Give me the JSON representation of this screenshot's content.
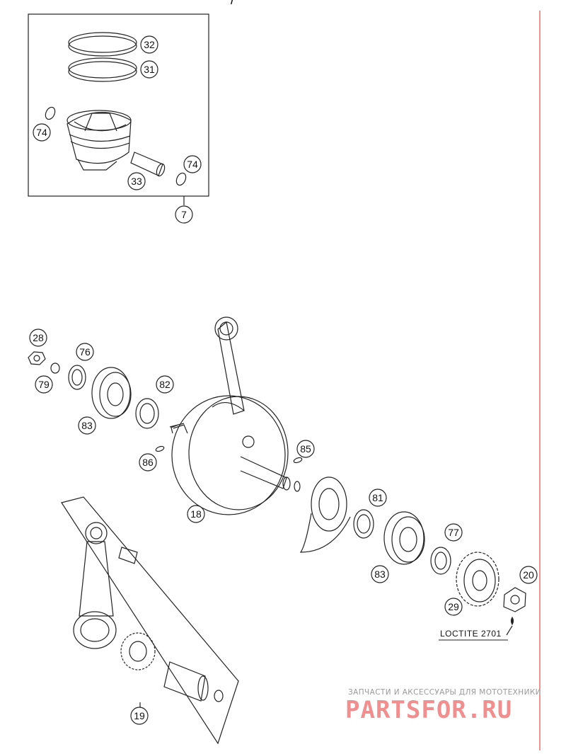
{
  "diagram": {
    "top_fragment": "/",
    "callouts": [
      {
        "key": "c32",
        "label": "32"
      },
      {
        "key": "c31",
        "label": "31"
      },
      {
        "key": "c74a",
        "label": "74"
      },
      {
        "key": "c74b",
        "label": "74"
      },
      {
        "key": "c33",
        "label": "33"
      },
      {
        "key": "c7",
        "label": "7"
      },
      {
        "key": "c28",
        "label": "28"
      },
      {
        "key": "c76",
        "label": "76"
      },
      {
        "key": "c79",
        "label": "79"
      },
      {
        "key": "c82",
        "label": "82"
      },
      {
        "key": "c83a",
        "label": "83"
      },
      {
        "key": "c86",
        "label": "86"
      },
      {
        "key": "c85",
        "label": "85"
      },
      {
        "key": "c18",
        "label": "18"
      },
      {
        "key": "c81",
        "label": "81"
      },
      {
        "key": "c77",
        "label": "77"
      },
      {
        "key": "c20",
        "label": "20"
      },
      {
        "key": "c83b",
        "label": "83"
      },
      {
        "key": "c29",
        "label": "29"
      },
      {
        "key": "c19",
        "label": "19"
      }
    ],
    "loctite_note": "LOCTITE 2701"
  },
  "watermark": {
    "subtitle": "ЗАПЧАСТИ И АКСЕССУАРЫ ДЛЯ МОТОТЕХНИКИ",
    "logo": "PARTSFOR.RU",
    "logo_color": "#f08f8f"
  },
  "colors": {
    "line": "#222222",
    "margin_line": "#e05a5a",
    "watermark_gray": "#9a9a9a"
  }
}
